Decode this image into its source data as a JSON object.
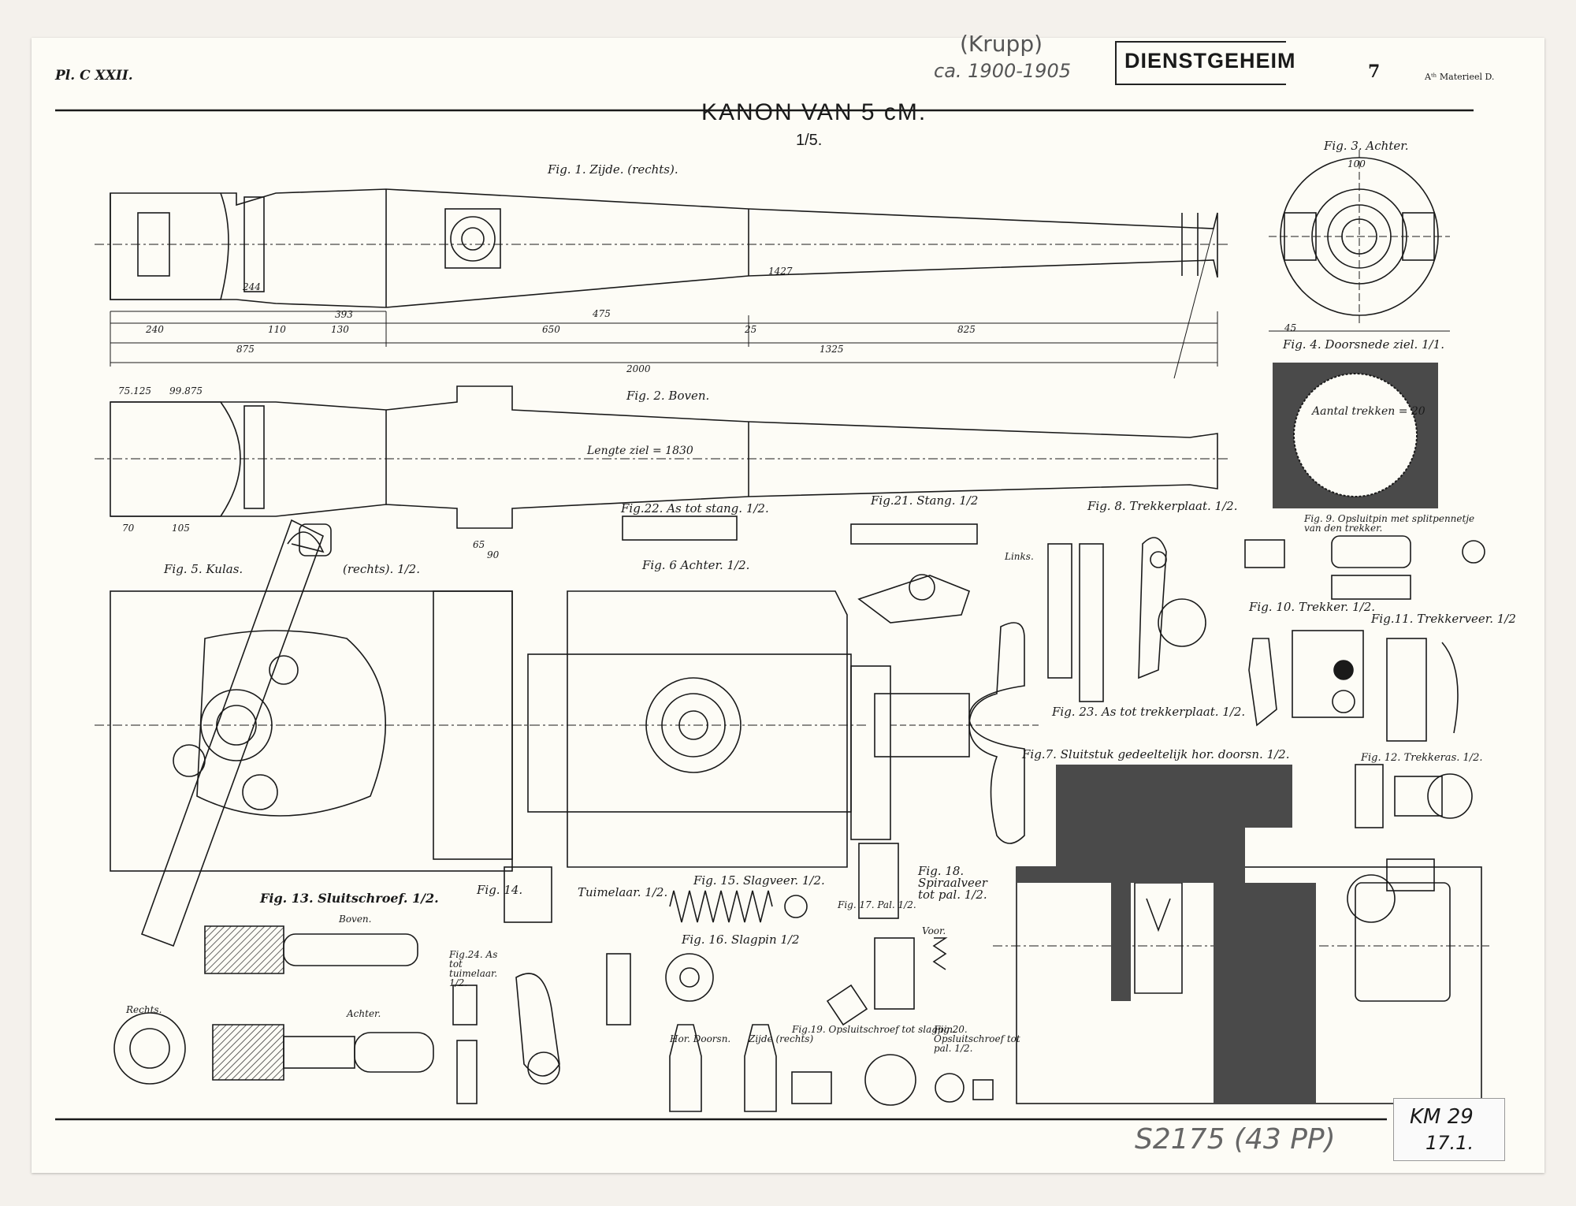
{
  "header": {
    "plate": "Pl. C XXII.",
    "handwritten_maker": "(Krupp)",
    "handwritten_date": "ca. 1900-1905",
    "stamp": "DIENSTGEHEIM",
    "page_number": "7",
    "corner_note": "Aᵗʰ Materieel D."
  },
  "title": "KANON VAN 5 cM.",
  "scale": "1/5.",
  "figures": {
    "fig1": "Fig. 1. Zijde. (rechts).",
    "fig2": "Fig. 2. Boven.",
    "fig3": "Fig. 3. Achter.",
    "fig4": "Fig. 4. Doorsnede ziel. 1/1.",
    "fig4_text": "Aantal trekken = 20",
    "fig5": "Fig. 5. Kulas.",
    "fig5_side": "(rechts). 1/2.",
    "fig6": "Fig. 6 Achter. 1/2.",
    "fig7": "Fig.7. Sluitstuk gedeeltelijk hor. doorsn. 1/2.",
    "fig8": "Fig. 8. Trekkerplaat. 1/2.",
    "fig9": "Fig. 9. Opsluitpin met splitpennetje van den trekker.",
    "fig10": "Fig. 10. Trekker. 1/2.",
    "fig11": "Fig.11. Trekkerveer. 1/2",
    "fig12": "Fig. 12. Trekkeras. 1/2.",
    "fig13": "Fig. 13. Sluitschroef. 1/2.",
    "fig14": "Fig. 14.",
    "fig14_name": "Tuimelaar. 1/2.",
    "fig15": "Fig. 15. Slagveer. 1/2.",
    "fig16": "Fig. 16. Slagpin 1/2",
    "fig17": "Fig. 17. Pal. 1/2.",
    "fig18": "Fig. 18. Spiraalveer tot pal. 1/2.",
    "fig19": "Fig.19. Opsluitschroef tot slagpin.",
    "fig20": "Fig.20. Opsluitschroef tot pal. 1/2.",
    "fig21": "Fig.21. Stang. 1/2",
    "fig22": "Fig.22. As tot stang. 1/2.",
    "fig23": "Fig. 23. As tot trekkerplaat. 1/2.",
    "fig24": "Fig.24. As tot tuimelaar. 1/2."
  },
  "labels": {
    "lengte_ziel": "Lengte ziel = 1830",
    "boven": "Boven.",
    "achter": "Achter.",
    "rechts": "Rechts.",
    "links": "Links.",
    "voor": "Voor.",
    "hor_doorsn": "Hor. Doorsn.",
    "zijde_rechts": "Zijde (rechts)"
  },
  "dimensions": {
    "d1": "240",
    "d2": "110",
    "d3": "130",
    "d4": "475",
    "d5": "650",
    "d6": "25",
    "d7": "825",
    "d8": "875",
    "d9": "1325",
    "d10": "2000",
    "d11": "393",
    "d12": "244",
    "d13": "1427",
    "d14": "75.125",
    "d15": "99.875",
    "d16": "70",
    "d17": "105",
    "d18": "65",
    "d19": "90",
    "d20": "100",
    "d21": "45"
  },
  "footer": {
    "handwritten_number": "S2175 (43 PP)",
    "card_line1": "KM 29",
    "card_line2": "17.1."
  },
  "colors": {
    "paper": "#fdfcf6",
    "ink": "#1a1a1a",
    "fill_dark": "#4a4a4a",
    "pencil": "#666666"
  }
}
